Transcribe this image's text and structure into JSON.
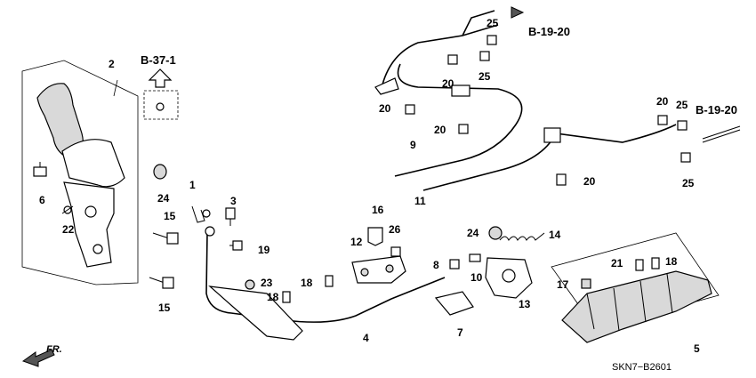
{
  "diagram_code": "SKN7−B2601",
  "direction_label": "FR.",
  "refs": {
    "ref_b37": "B-37-1",
    "ref_b19_top": "B-19-20",
    "ref_b19_right": "B-19-20"
  },
  "callouts": {
    "c2": "2",
    "c6": "6",
    "c22": "22",
    "c24a": "24",
    "c15a": "15",
    "c15b": "15",
    "c1": "1",
    "c3": "3",
    "c19": "19",
    "c23": "23",
    "c18a": "18",
    "c18b": "18",
    "c4": "4",
    "c12": "12",
    "c16": "16",
    "c26": "26",
    "c8": "8",
    "c10": "10",
    "c7": "7",
    "c24b": "24",
    "c14": "14",
    "c13": "13",
    "c9": "9",
    "c11": "11",
    "c20a": "20",
    "c20b": "20",
    "c20c": "20",
    "c20d": "20",
    "c20e": "20",
    "c25a": "25",
    "c25b": "25",
    "c25c": "25",
    "c25d": "25",
    "c21": "21",
    "c18c": "18",
    "c17": "17",
    "c5": "5"
  }
}
